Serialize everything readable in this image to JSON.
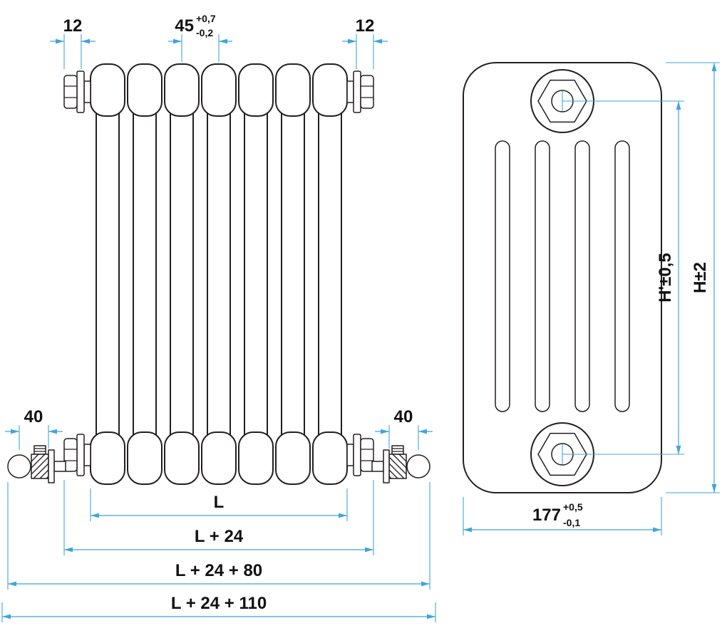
{
  "meta": {
    "title": "Tubular column radiator dimensional drawing",
    "colors": {
      "drawing_line": "#231f20",
      "dimension_line": "#3fa5dc",
      "text": "#111111",
      "background": "#ffffff"
    }
  },
  "front_view": {
    "dim12_left": "12",
    "dim12_right": "12",
    "pitch_value": "45",
    "pitch_tol_plus": "+0,7",
    "pitch_tol_minus": "-0,2",
    "dim40_left": "40",
    "dim40_right": "40",
    "length": "L",
    "length_plus_24": "L + 24",
    "length_plus_24_80": "L + 24 + 80",
    "length_plus_24_110": "L + 24 + 110"
  },
  "side_view": {
    "height_centers": "H'±0,5",
    "height_overall": "H±2",
    "depth_value": "177",
    "depth_tol_plus": "+0,5",
    "depth_tol_minus": "-0,1"
  }
}
